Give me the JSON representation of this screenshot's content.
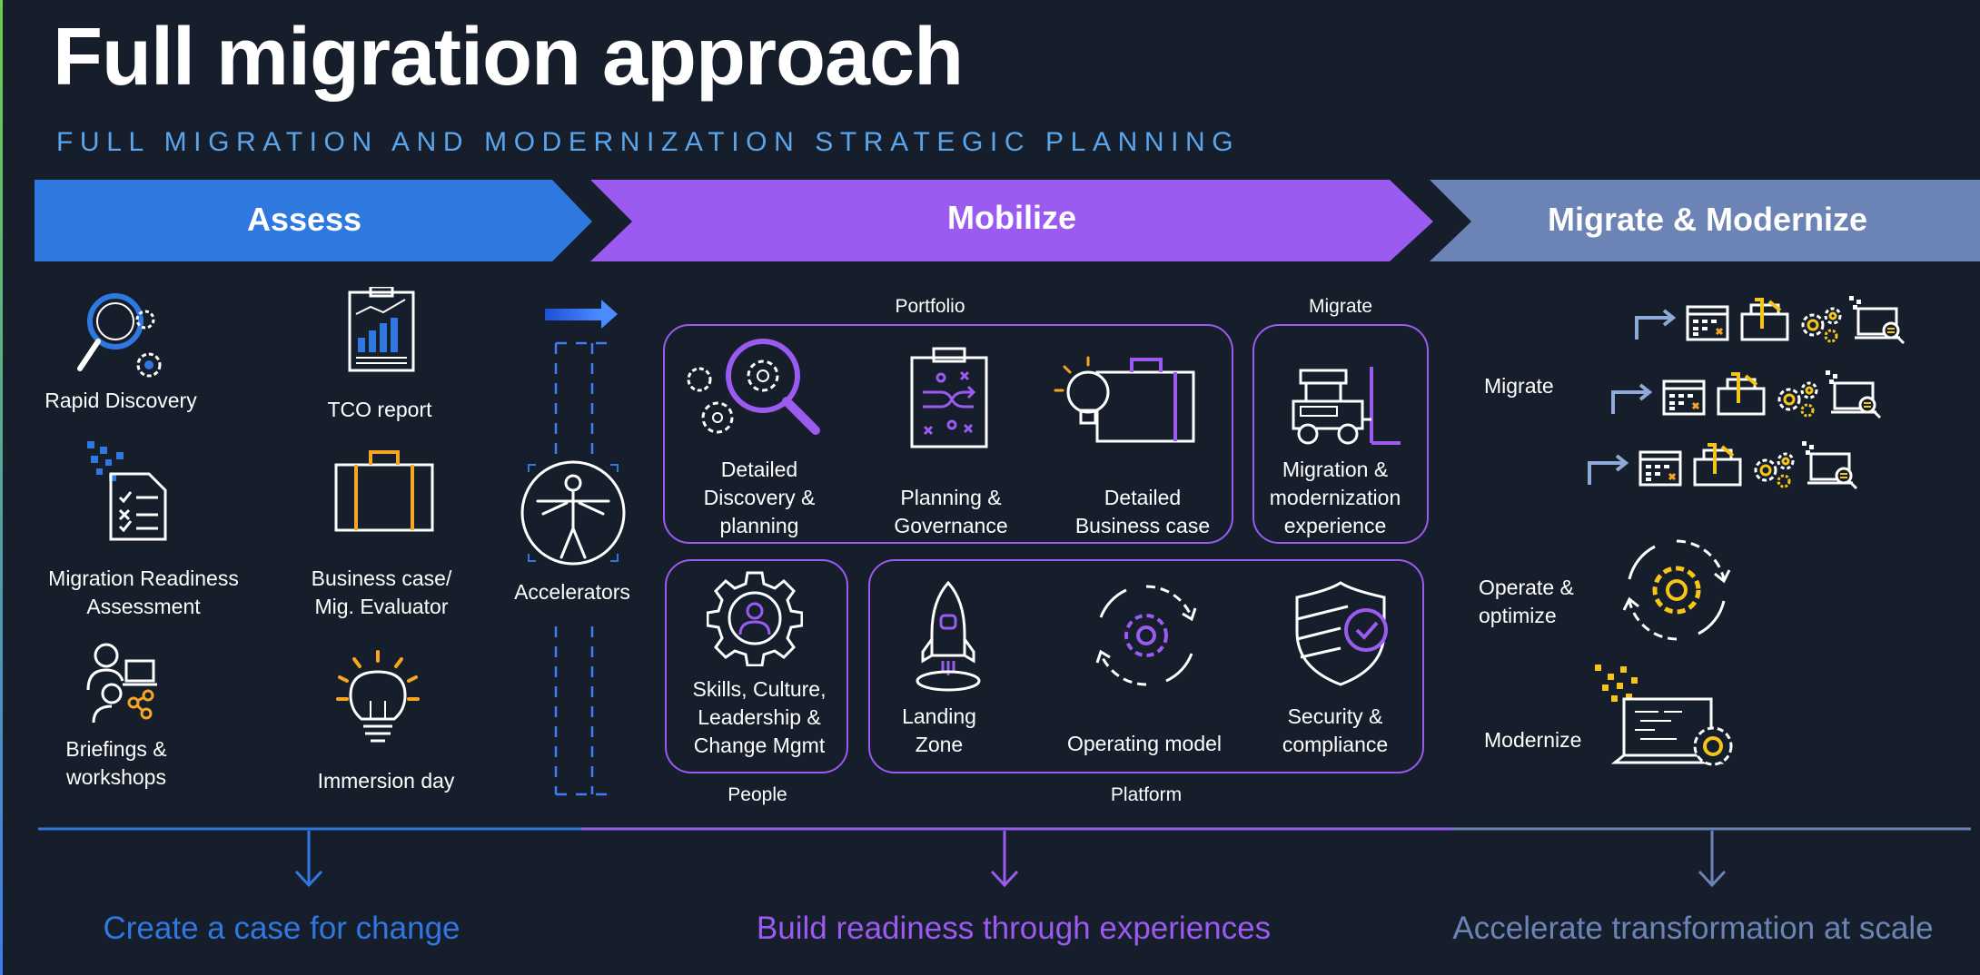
{
  "title": "Full migration approach",
  "subtitle": "FULL MIGRATION AND MODERNIZATION STRATEGIC PLANNING",
  "colors": {
    "background": "#161d2b",
    "assess": "#2f78e0",
    "mobilize": "#9b5af0",
    "migrate": "#6b84b5",
    "subtitle": "#5aa6ec",
    "accent_orange": "#f5a623",
    "accent_yellow": "#f5c518"
  },
  "phases": [
    {
      "label": "Assess"
    },
    {
      "label": "Mobilize"
    },
    {
      "label": "Migrate & Modernize"
    }
  ],
  "assess": {
    "items": [
      {
        "label": "Rapid Discovery",
        "icon": "magnifier-gears-icon"
      },
      {
        "label": "TCO report",
        "icon": "report-chart-icon"
      },
      {
        "label": "Migration Readiness\nAssessment",
        "icon": "checklist-icon"
      },
      {
        "label": "Business case/\nMig. Evaluator",
        "icon": "briefcase-icon"
      },
      {
        "label": "Briefings &\nworkshops",
        "icon": "people-laptop-icon"
      },
      {
        "label": "Immersion day",
        "icon": "lightbulb-icon"
      }
    ],
    "accelerators": {
      "label": "Accelerators",
      "icon": "vitruvian-figure-icon"
    }
  },
  "mobilize": {
    "headers": {
      "portfolio": "Portfolio",
      "migrate": "Migrate",
      "people": "People",
      "platform": "Platform"
    },
    "portfolio": [
      {
        "label": "Detailed\nDiscovery &\nplanning",
        "icon": "magnifier-gears-icon"
      },
      {
        "label": "Planning &\nGovernance",
        "icon": "clipboard-strategy-icon"
      },
      {
        "label": "Detailed\nBusiness case",
        "icon": "briefcase-lightbulb-icon"
      }
    ],
    "migrate": [
      {
        "label": "Migration &\nmodernization\nexperience",
        "icon": "forklift-icon"
      }
    ],
    "people": [
      {
        "label": "Skills, Culture,\nLeadership &\nChange Mgmt",
        "icon": "gear-person-icon"
      }
    ],
    "platform": [
      {
        "label": "Landing\nZone",
        "icon": "rocket-icon"
      },
      {
        "label": "Operating model",
        "icon": "gear-cycle-icon"
      },
      {
        "label": "Security &\ncompliance",
        "icon": "shield-check-icon"
      }
    ]
  },
  "migrate_modernize": {
    "migrate_label": "Migrate",
    "operate_label": "Operate &\noptimize",
    "modernize_label": "Modernize"
  },
  "outcomes": [
    {
      "label": "Create a case for change"
    },
    {
      "label": "Build readiness through experiences"
    },
    {
      "label": "Accelerate transformation at scale"
    }
  ]
}
